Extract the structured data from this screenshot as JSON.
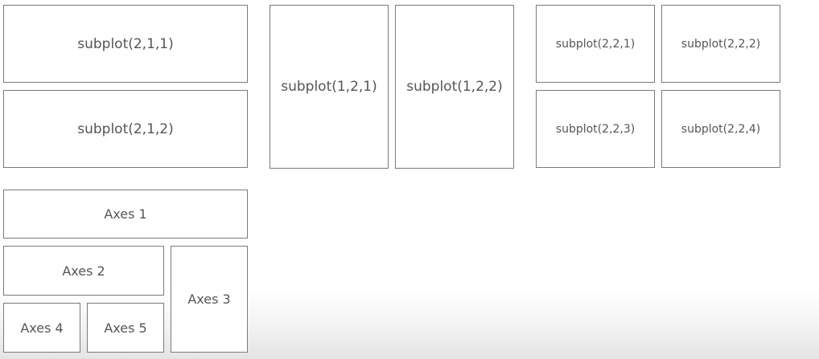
{
  "grid_2x1": {
    "top_label": "subplot(2,1,1)",
    "bottom_label": "subplot(2,1,2)"
  },
  "grid_1x2": {
    "left_label": "subplot(1,2,1)",
    "right_label": "subplot(1,2,2)"
  },
  "grid_2x2": {
    "top_left_label": "subplot(2,2,1)",
    "top_right_label": "subplot(2,2,2)",
    "bottom_left_label": "subplot(2,2,3)",
    "bottom_right_label": "subplot(2,2,4)"
  },
  "axes_layout": {
    "axes1_label": "Axes 1",
    "axes2_label": "Axes 2",
    "axes3_label": "Axes 3",
    "axes4_label": "Axes 4",
    "axes5_label": "Axes 5"
  }
}
